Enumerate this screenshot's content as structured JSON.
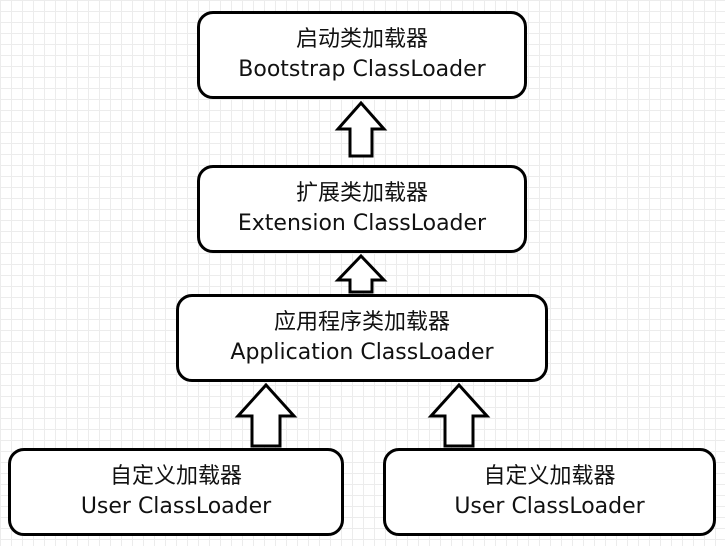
{
  "diagram": {
    "nodes": [
      {
        "id": "bootstrap",
        "cn": "启动类加载器",
        "en": "Bootstrap ClassLoader"
      },
      {
        "id": "extension",
        "cn": "扩展类加载器",
        "en": "Extension ClassLoader"
      },
      {
        "id": "application",
        "cn": "应用程序类加载器",
        "en": "Application ClassLoader"
      },
      {
        "id": "user-1",
        "cn": "自定义加载器",
        "en": "User ClassLoader"
      },
      {
        "id": "user-2",
        "cn": "自定义加载器",
        "en": "User ClassLoader"
      }
    ],
    "edges": [
      {
        "from": "extension",
        "to": "bootstrap"
      },
      {
        "from": "application",
        "to": "extension"
      },
      {
        "from": "user-1",
        "to": "application"
      },
      {
        "from": "user-2",
        "to": "application"
      }
    ],
    "colors": {
      "border": "#000000",
      "fill": "#ffffff",
      "grid": "#ececec"
    }
  }
}
